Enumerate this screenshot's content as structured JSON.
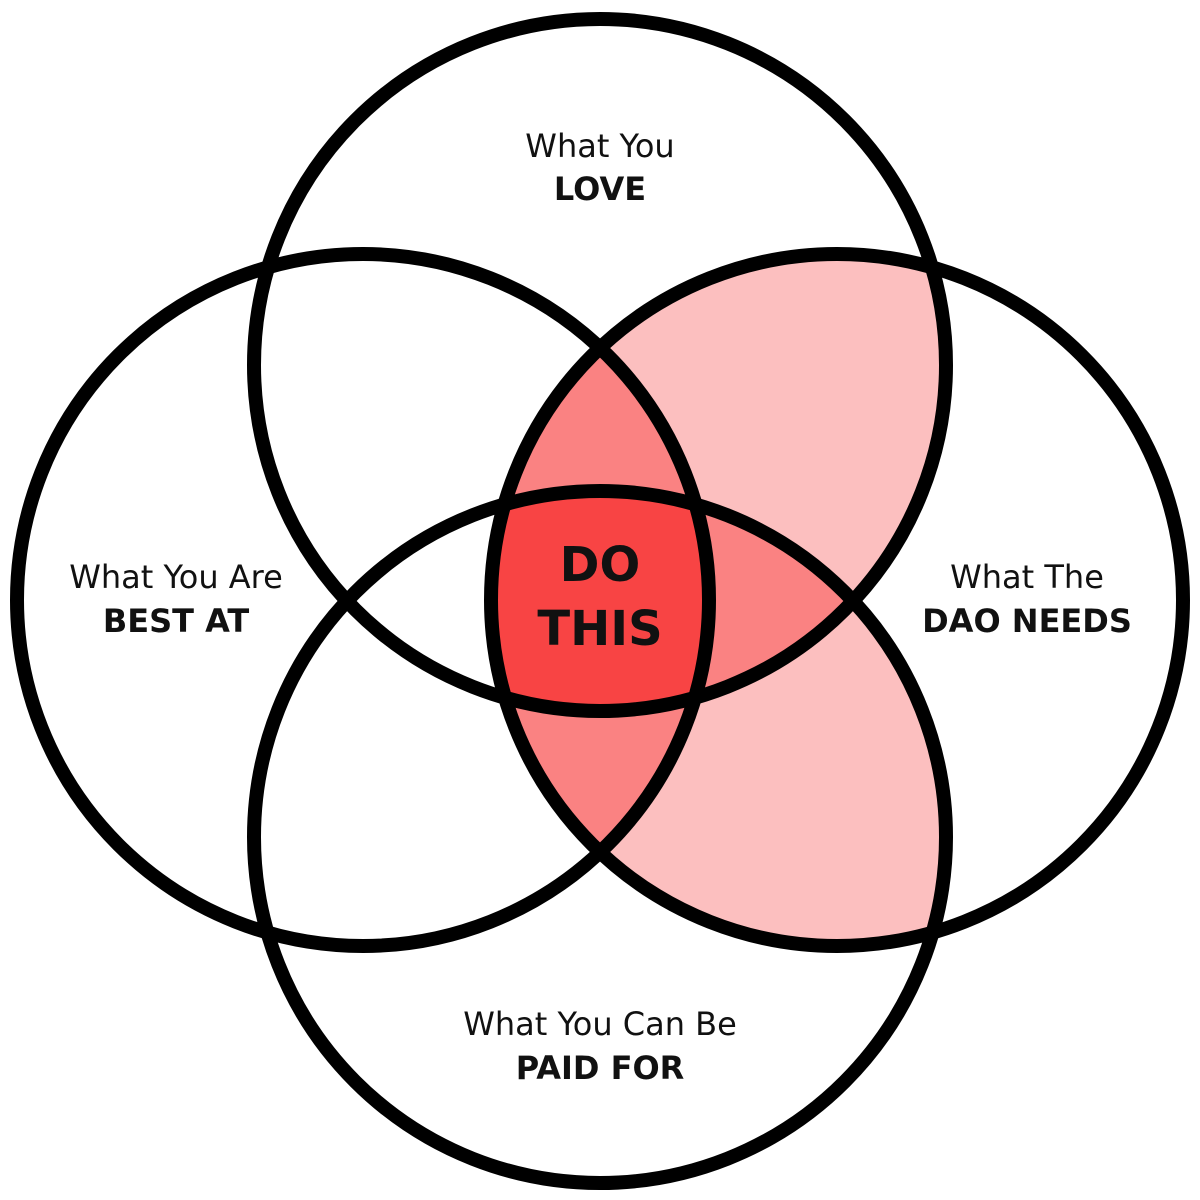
{
  "diagram": {
    "type": "venn",
    "sets": [
      {
        "id": "love",
        "light": "What You",
        "bold": "LOVE"
      },
      {
        "id": "best",
        "light": "What You Are",
        "bold": "BEST AT"
      },
      {
        "id": "needs",
        "light": "What The",
        "bold": "DAO NEEDS"
      },
      {
        "id": "paid",
        "light": "What You Can Be",
        "bold": "PAID FOR"
      }
    ],
    "center": {
      "line1": "DO",
      "line2": "THIS"
    },
    "colors": {
      "outline": "#000000",
      "two_overlap": "#fcbfbf",
      "three_overlap": "#fa8282",
      "four_overlap": "#f84444",
      "background": "#ffffff"
    }
  }
}
